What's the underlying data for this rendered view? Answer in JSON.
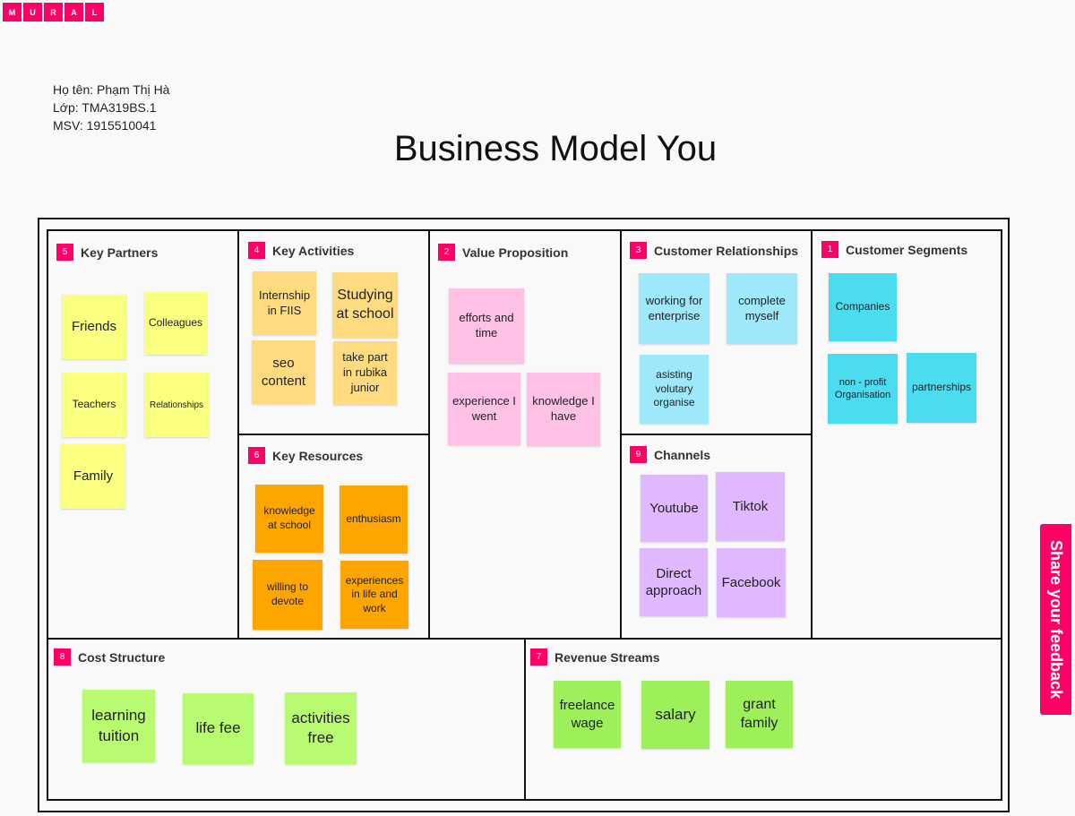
{
  "logo": [
    "M",
    "U",
    "R",
    "A",
    "L"
  ],
  "student": {
    "name": "Họ tên: Phạm Thị Hà",
    "class": "Lớp: TMA319BS.1",
    "id": "MSV: 1915510041"
  },
  "title": "Business Model You",
  "feedback": "Share your feedback",
  "sections": {
    "partners": {
      "num": "5",
      "title": "Key Partners"
    },
    "activities": {
      "num": "4",
      "title": "Key Activities"
    },
    "resources": {
      "num": "6",
      "title": "Key Resources"
    },
    "value": {
      "num": "2",
      "title": "Value Proposition"
    },
    "relationships": {
      "num": "3",
      "title": "Customer Relationships"
    },
    "channels": {
      "num": "9",
      "title": "Channels"
    },
    "segments": {
      "num": "1",
      "title": "Customer Segments"
    },
    "cost": {
      "num": "8",
      "title": "Cost Structure"
    },
    "revenue": {
      "num": "7",
      "title": "Revenue Streams"
    }
  },
  "notes": {
    "friends": "Friends",
    "colleagues": "Colleagues",
    "teachers": "Teachers",
    "relationships": "Relationships",
    "family": "Family",
    "internship": "Internship in FIIS",
    "studying": "Studying at school",
    "seo": "seo content",
    "rubika": "take part in rubika junior",
    "knowledge_school": "knowledge at school",
    "enthusiasm": "enthusiasm",
    "willing": "willing to devote",
    "experiences": "experiences in life and work",
    "efforts": "efforts and time",
    "experience_went": "experience I went",
    "knowledge_have": "knowledge I have",
    "working": "working for enterprise",
    "complete": "complete myself",
    "asisting": "asisting volutary organise",
    "youtube": "Youtube",
    "tiktok": "Tiktok",
    "direct": "Direct approach",
    "facebook": "Facebook",
    "companies": "Companies",
    "nonprofit": "non - profit Organisation",
    "partnerships": "partnerships",
    "learning": "learning tuition",
    "lifefee": "life fee",
    "activities_free": "activities free",
    "freelance": "freelance wage",
    "salary": "salary",
    "grant": "grant family"
  }
}
